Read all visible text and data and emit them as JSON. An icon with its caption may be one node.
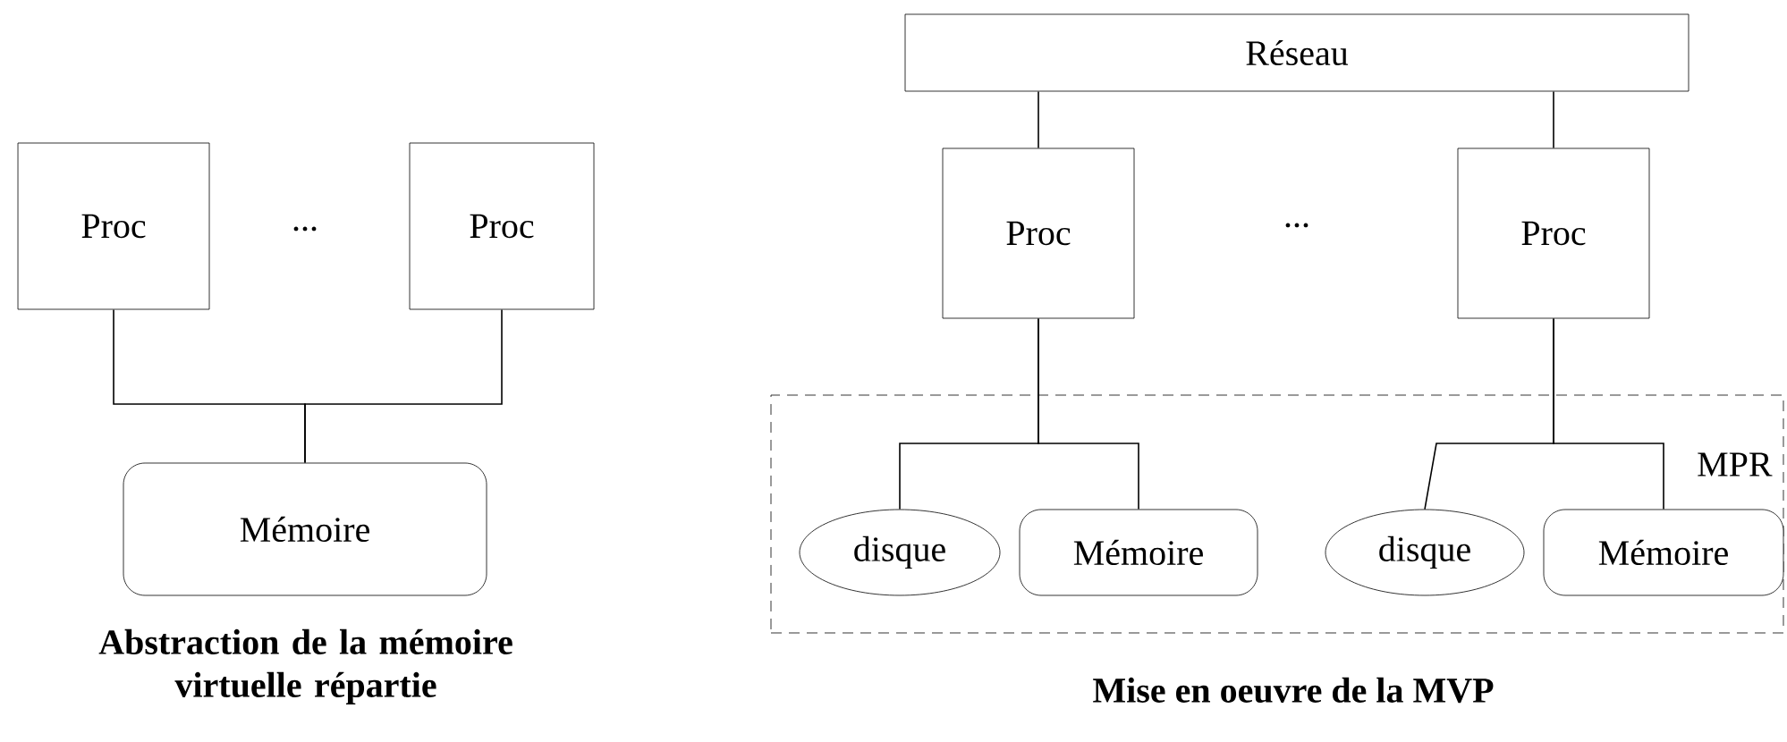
{
  "diagram": {
    "nodes": [
      {
        "text": [
          "Proc"
        ]
      },
      {
        "text": [
          "Proc"
        ]
      },
      {
        "text": [
          "Mémoire"
        ]
      },
      {
        "text": [
          "Réseau"
        ]
      },
      {
        "text": [
          "Proc"
        ]
      },
      {
        "text": [
          "Proc"
        ]
      },
      {
        "text": [
          "MPR"
        ]
      },
      {
        "text": [
          "disque"
        ],
        "in": 6
      },
      {
        "text": [
          "Mémoire"
        ],
        "in": 6
      },
      {
        "text": [
          "disque"
        ],
        "in": 6
      },
      {
        "text": [
          "Mémoire"
        ],
        "in": 6
      }
    ],
    "edges": [
      {
        "from": 0,
        "to": 2,
        "arrow": "none"
      },
      {
        "from": 1,
        "to": 2,
        "arrow": "none"
      },
      {
        "from": 3,
        "to": 4,
        "arrow": "none"
      },
      {
        "from": 3,
        "to": 5,
        "arrow": "none"
      },
      {
        "from": 4,
        "to": 7,
        "arrow": "none"
      },
      {
        "from": 4,
        "to": 8,
        "arrow": "none"
      },
      {
        "from": 5,
        "to": 9,
        "arrow": "none"
      },
      {
        "from": 5,
        "to": 10,
        "arrow": "none"
      }
    ],
    "labels": [
      "...",
      "...",
      "Abstraction de la mémoire virtuelle répartie",
      "Mise en oeuvre de la MVP"
    ]
  }
}
